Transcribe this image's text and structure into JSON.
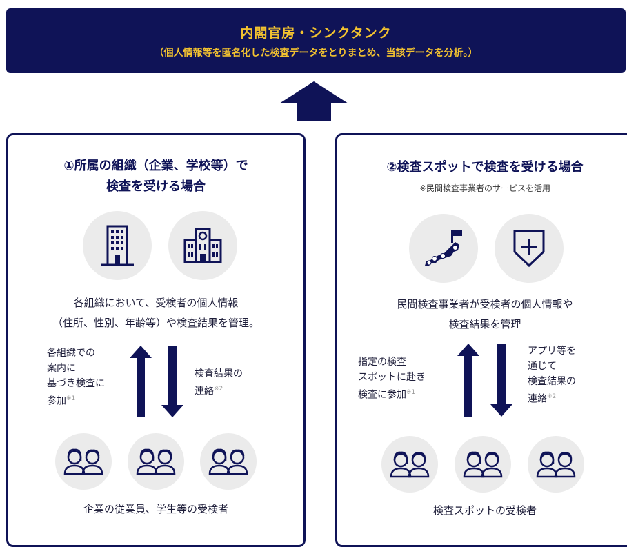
{
  "header": {
    "title": "内閣官房・シンクタンク",
    "subtitle": "（個人情報等を匿名化した検査データをとりまとめ、当該データを分析。）"
  },
  "left": {
    "title_line1": "①所属の組織（企業、学校等）で",
    "title_line2": "検査を受ける場合",
    "icons": [
      "office-building-icon",
      "school-building-icon"
    ],
    "desc_line1": "各組織において、受検者の個人情報",
    "desc_line2": "（住所、性別、年齢等）や検査結果を管理。",
    "up_text": [
      "各組織での",
      "案内に",
      "基づき検査に",
      "参加"
    ],
    "up_note": "※1",
    "down_text": [
      "検査結果の",
      "連絡"
    ],
    "down_note": "※2",
    "bottom_label": "企業の従業員、学生等の受検者"
  },
  "right": {
    "title": "②検査スポットで検査を受ける場合",
    "note": "※民間検査事業者のサービスを活用",
    "icons": [
      "japan-map-flag-icon",
      "medical-shield-icon"
    ],
    "desc_line1": "民間検査事業者が受検者の個人情報や",
    "desc_line2": "検査結果を管理",
    "up_text": [
      "指定の検査",
      "スポットに赴き",
      "検査に参加"
    ],
    "up_note": "※1",
    "down_text": [
      "アプリ等を",
      "通じて",
      "検査結果の",
      "連絡"
    ],
    "down_note": "※2",
    "bottom_label": "検査スポットの受検者"
  },
  "colors": {
    "navy": "#0f1357",
    "gold": "#f2c230",
    "circle_bg": "#ebebeb"
  }
}
